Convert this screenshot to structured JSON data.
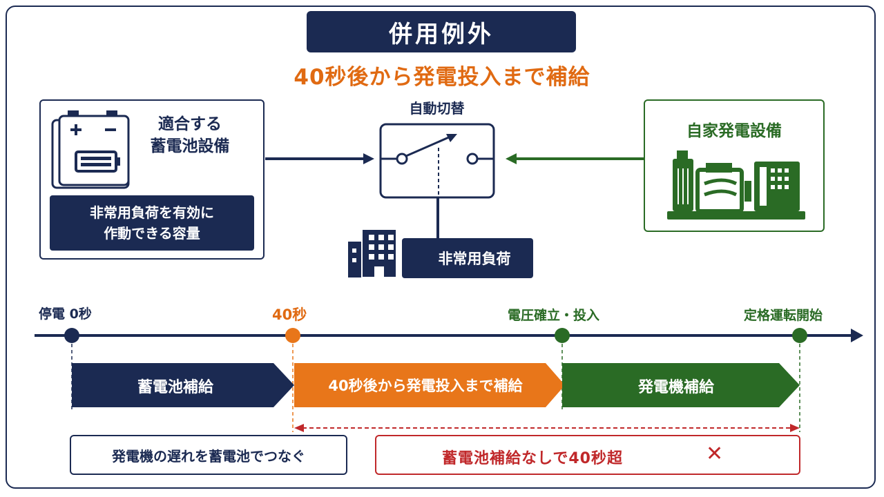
{
  "title": "併用例外",
  "subtitle": "40秒後から発電投入まで補給",
  "battery": {
    "label_line1": "適合する",
    "label_line2": "蓄電池設備",
    "capacity_line1": "非常用負荷を有効に",
    "capacity_line2": "作動できる容量"
  },
  "switch": {
    "label": "自動切替"
  },
  "generator": {
    "label": "自家発電設備"
  },
  "load": {
    "label": "非常用負荷"
  },
  "timeline": {
    "points": [
      {
        "label": "停電 0秒",
        "color": "#1b2a52"
      },
      {
        "label": "40秒",
        "color": "#e06a12"
      },
      {
        "label": "電圧確立・投入",
        "color": "#2a6b25"
      },
      {
        "label": "定格運転開始",
        "color": "#2a6b25"
      }
    ],
    "bars": [
      {
        "label": "蓄電池補給",
        "color": "#1b2a52"
      },
      {
        "label": "40秒後から発電投入まで補給",
        "color": "#e8761a"
      },
      {
        "label": "発電機補給",
        "color": "#2a6b25"
      }
    ]
  },
  "notes": {
    "left": "発電機の遅れを蓄電池でつなぐ",
    "right": "蓄電池補給なしで40秒超",
    "right_mark": "✕"
  },
  "colors": {
    "navy": "#1b2a52",
    "orange": "#e06a12",
    "green": "#2a6b25",
    "red": "#c0282a"
  }
}
